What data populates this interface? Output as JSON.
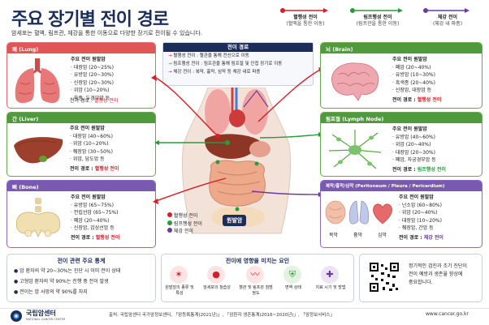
{
  "title": "주요 장기별 전이 경로",
  "subtitle": "암세포는 혈액, 림프관, 체강을 통한 이동으로 다양한 장기로 전이될 수 있습니다.",
  "legend": [
    {
      "label": "혈행성 전이",
      "sub": "(혈액을 통한 이동)",
      "color": "#d0202a"
    },
    {
      "label": "림프행성 전이",
      "sub": "(림프관을 통한 이동)",
      "color": "#2a9a3a"
    },
    {
      "label": "체강 전이",
      "sub": "(체강 내 파종)",
      "color": "#6a3aa0"
    }
  ],
  "center": {
    "title": "전이 경로",
    "lines": [
      "혈행성 전이 : 혈관을 통해 전신으로 이동",
      "림프행성 전이 : 림프관을 통해 림프절 및 인접 장기로 이동",
      "체강 전이 : 복막, 흉막, 심막 등 체강 내로 파종"
    ]
  },
  "panels": {
    "lung": {
      "title": "폐 (Lung)",
      "head": "주요 전이 원발암",
      "items": [
        "대장암 (20~25%)",
        "유방암 (20~30%)",
        "신장암 (20~30%)",
        "위암 (10~20%)",
        "육종, 두경부암 등"
      ],
      "route_label": "전이 경로 :",
      "route": "혈행성 전이"
    },
    "liver": {
      "title": "간 (Liver)",
      "head": "주요 전이 원발암",
      "items": [
        "대장암 (40~60%)",
        "위암 (10~20%)",
        "췌장암 (30~50%)",
        "위암, 담도암 등"
      ],
      "route_label": "전이 경로 :",
      "route": "혈행성 전이"
    },
    "bone": {
      "title": "뼈 (Bone)",
      "head": "주요 전이 원발암",
      "items": [
        "유방암 (65~75%)",
        "전립선암 (65~75%)",
        "폐암 (20~40%)",
        "신장암, 갑상선암 등"
      ],
      "route_label": "전이 경로 :",
      "route": "혈행성 전이"
    },
    "brain": {
      "title": "뇌 (Brain)",
      "head": "주요 전이 원발암",
      "items": [
        "폐암 (20~40%)",
        "유방암 (10~30%)",
        "흑색종 (20~40%)",
        "신장암, 대장암 등"
      ],
      "route_label": "전이 경로 :",
      "route": "혈행성 전이"
    },
    "lymph": {
      "title": "림프절 (Lymph Node)",
      "head": "주요 전이 원발암",
      "items": [
        "유방암 (40~60%)",
        "위암 (20~40%)",
        "대장암 (20~30%)",
        "폐암, 자궁경부암 등"
      ],
      "route_label": "전이 경로 :",
      "route": "림프행성 전이"
    },
    "peritoneum": {
      "title": "복막/흉막/심막 (Peritoneum / Pleura / Pericardium)",
      "head": "주요 전이 원발암",
      "items": [
        "난소암 (60~80%)",
        "위암 (20~40%)",
        "대장암 (10~20%)",
        "췌장암, 간암 등"
      ],
      "route_label": "전이 경로 :",
      "route": "체강 전이",
      "organ_labels": [
        "복막",
        "흉막",
        "심막"
      ]
    }
  },
  "body_legend": {
    "items": [
      "혈행성 전이",
      "림프행성 전이",
      "체강 전이"
    ],
    "primary": "원발암"
  },
  "stats": {
    "title": "전이 관련 주요 통계",
    "items": [
      "암 환자의 약 20~30%는 진단 시 이미 전이 상태",
      "고형암 환자의 약 90%는 진행 중 전이 발생",
      "전이는 암 사망의 약 90%를 차지"
    ]
  },
  "factors": {
    "title": "전이에 영향을 미치는 요인",
    "items": [
      "원발암의 종류 및 특성",
      "암세포의 침습성",
      "혈관 및 림프관 침범 정도",
      "면역 상태",
      "치료 시기 및 방법"
    ]
  },
  "qr": {
    "text": [
      "정기적인 검진과 조기 진단이",
      "전이 예방과 생존율 향상에",
      "중요합니다."
    ]
  },
  "footer": {
    "logo": "국립암센터",
    "logo_sub": "NATIONAL CANCER CENTER",
    "source": "출처: 국립암센터 국가암정보센터, 「암등록통계(2021년)」, 「암환자 생존통계(2016~2020년)」, 「암정보서비스」",
    "url": "www.cancer.go.kr"
  }
}
